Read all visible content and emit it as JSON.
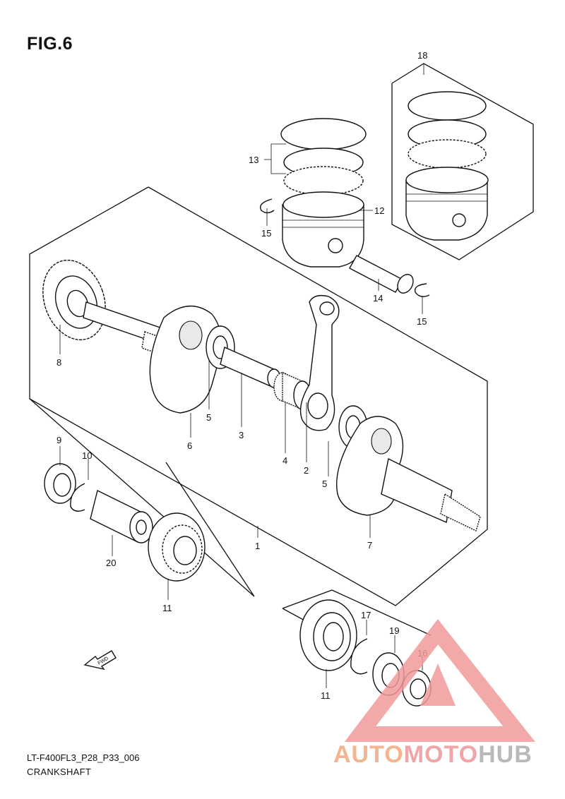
{
  "figure": {
    "title": "FIG.6",
    "ref_code": "LT-F400FL3_P28_P33_006",
    "caption": "CRANKSHAFT"
  },
  "callouts": {
    "c1": "1",
    "c2": "2",
    "c3": "3",
    "c4": "4",
    "c5a": "5",
    "c5b": "5",
    "c6": "6",
    "c7": "7",
    "c8": "8",
    "c9": "9",
    "c10": "10",
    "c11a": "11",
    "c11b": "11",
    "c12": "12",
    "c13": "13",
    "c14": "14",
    "c15a": "15",
    "c15b": "15",
    "c16": "16",
    "c17": "17",
    "c18": "18",
    "c19": "19",
    "c20": "20"
  },
  "fwd_arrow": {
    "label": "FWD"
  },
  "watermark": {
    "part1": "AUTO",
    "part2": "MOTO",
    "part3": "HUB",
    "colors": {
      "auto": "#f2b58f",
      "moto": "#f0a6a6",
      "hub": "#b9b9b9",
      "triangle": "#f19a9a"
    }
  }
}
